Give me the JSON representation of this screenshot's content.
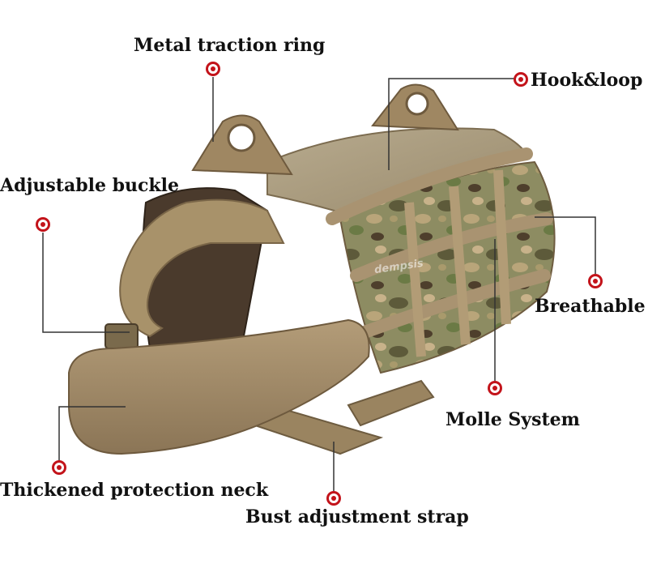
{
  "image": {
    "subject": "tactical-dog-harness",
    "watermark": "dempsis"
  },
  "colors": {
    "marker": "#c3131a",
    "leader_line": "#333333",
    "webbing": "#a8926a",
    "fleece": "#9c8668",
    "camo_base": "#8a8a62"
  },
  "annotations": [
    {
      "id": "metal-traction-ring",
      "label": "Metal traction ring"
    },
    {
      "id": "hook-loop",
      "label": "Hook&loop"
    },
    {
      "id": "adjustable-buckle",
      "label": "Adjustable buckle"
    },
    {
      "id": "breathable",
      "label": "Breathable"
    },
    {
      "id": "molle-system",
      "label": "Molle System"
    },
    {
      "id": "thickened-protection-neck",
      "label": "Thickened protection neck"
    },
    {
      "id": "bust-adjustment-strap",
      "label": "Bust adjustment strap"
    }
  ]
}
